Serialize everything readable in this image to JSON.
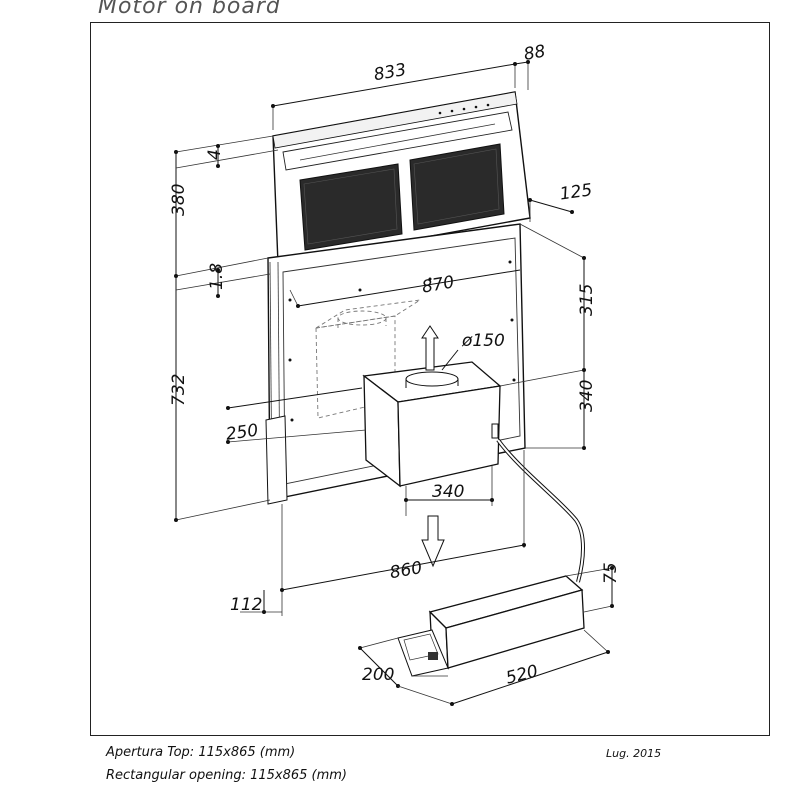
{
  "header": {
    "title": "Motor on board"
  },
  "dimensions": {
    "width_top": "833",
    "offset_top": "88",
    "lid_thickness": "4",
    "visible_height": "380",
    "side_offset": "125",
    "gap": "1.8",
    "width_body": "870",
    "depth_upper": "315",
    "duct_diameter": "ø150",
    "height_body": "732",
    "motor_depth": "340",
    "panel_depth": "250",
    "motor_width": "340",
    "width_bottom": "860",
    "base_depth": "112",
    "transformer_height": "75",
    "transformer_depth": "200",
    "transformer_width": "520"
  },
  "notes": {
    "line1": "Apertura Top: 115x865 (mm)",
    "line2": "Rectangular opening: 115x865 (mm)",
    "date": "Lug. 2015"
  }
}
